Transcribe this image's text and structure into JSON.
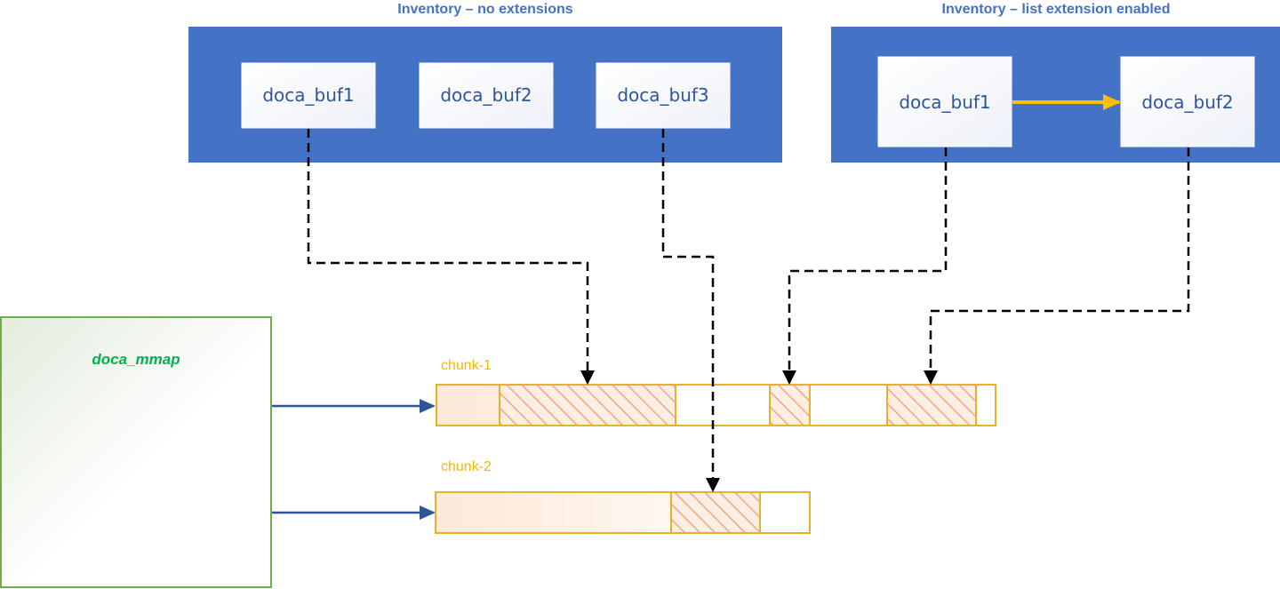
{
  "colors": {
    "panel_fill": "#4472c4",
    "buf_text": "#2f5597",
    "title_text": "#4472c4",
    "link_arrow": "#ffc000",
    "chunk_border": "#e6b22a",
    "chunk_label": "#f2b800",
    "hatch": "#f4a582",
    "mmap_border": "#70ad47",
    "mmap_label": "#00b050",
    "mmap_arrow": "#2f5597",
    "pointer": "#000000"
  },
  "panels": [
    {
      "title": "Inventory – no extensions",
      "buffers": [
        "doca_buf1",
        "doca_buf2",
        "doca_buf3"
      ]
    },
    {
      "title": "Inventory – list extension enabled",
      "buffers": [
        "doca_buf1",
        "doca_buf2"
      ]
    }
  ],
  "mmap": {
    "label": "doca_mmap"
  },
  "chunks": [
    {
      "label": "chunk-1"
    },
    {
      "label": "chunk-2"
    }
  ]
}
